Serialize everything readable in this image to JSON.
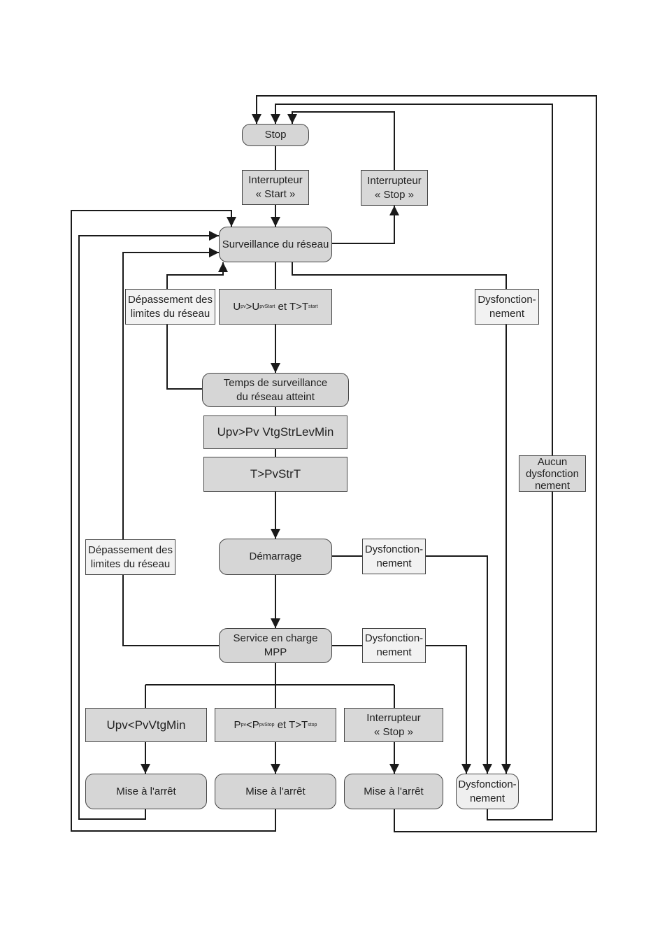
{
  "states": {
    "stop": "Stop",
    "grid_monitoring": "Surveillance du réseau",
    "monitoring_time": "Temps de surveillance\ndu réseau atteint",
    "startup": "Démarrage",
    "mpp_operation": "Service en charge\nMPP",
    "shutdown_1": "Mise à l'arrêt",
    "shutdown_2": "Mise à l'arrêt",
    "shutdown_3": "Mise à l'arrêt",
    "malfunction": "Dysfonction-\nnement"
  },
  "conditions": {
    "switch_start": "Interrupteur\n« Start »",
    "switch_stop_top": "Interrupteur\n« Stop »",
    "grid_limits_top": "Dépassement des\nlimites du réseau",
    "upv_start": {
      "u1": "U",
      "s1": "pv",
      "op1": ">",
      "u2": "U",
      "s2": "pvStart",
      "mid": " et T>T",
      "s3": "start"
    },
    "malfunction_top": "Dysfonction-\nnement",
    "upv_min_level": "Upv>Pv VtgStrLevMin",
    "t_start": "T>PvStrT",
    "no_malfunction": "Aucun\ndysfonction\nnement",
    "grid_limits_bottom": "Dépassement des\nlimites du réseau",
    "malfunction_startup": "Dysfonction-\nnement",
    "malfunction_mpp": "Dysfonction-\nnement",
    "upv_vtgmin": "Upv<PvVtgMin",
    "ppv_stop": {
      "p1": "P",
      "s1": "pv",
      "op1": "<",
      "p2": "P",
      "s2": "pvStop",
      "mid": " et T>T",
      "s3": "stop"
    },
    "switch_stop_bottom": "Interrupteur\n« Stop »"
  }
}
